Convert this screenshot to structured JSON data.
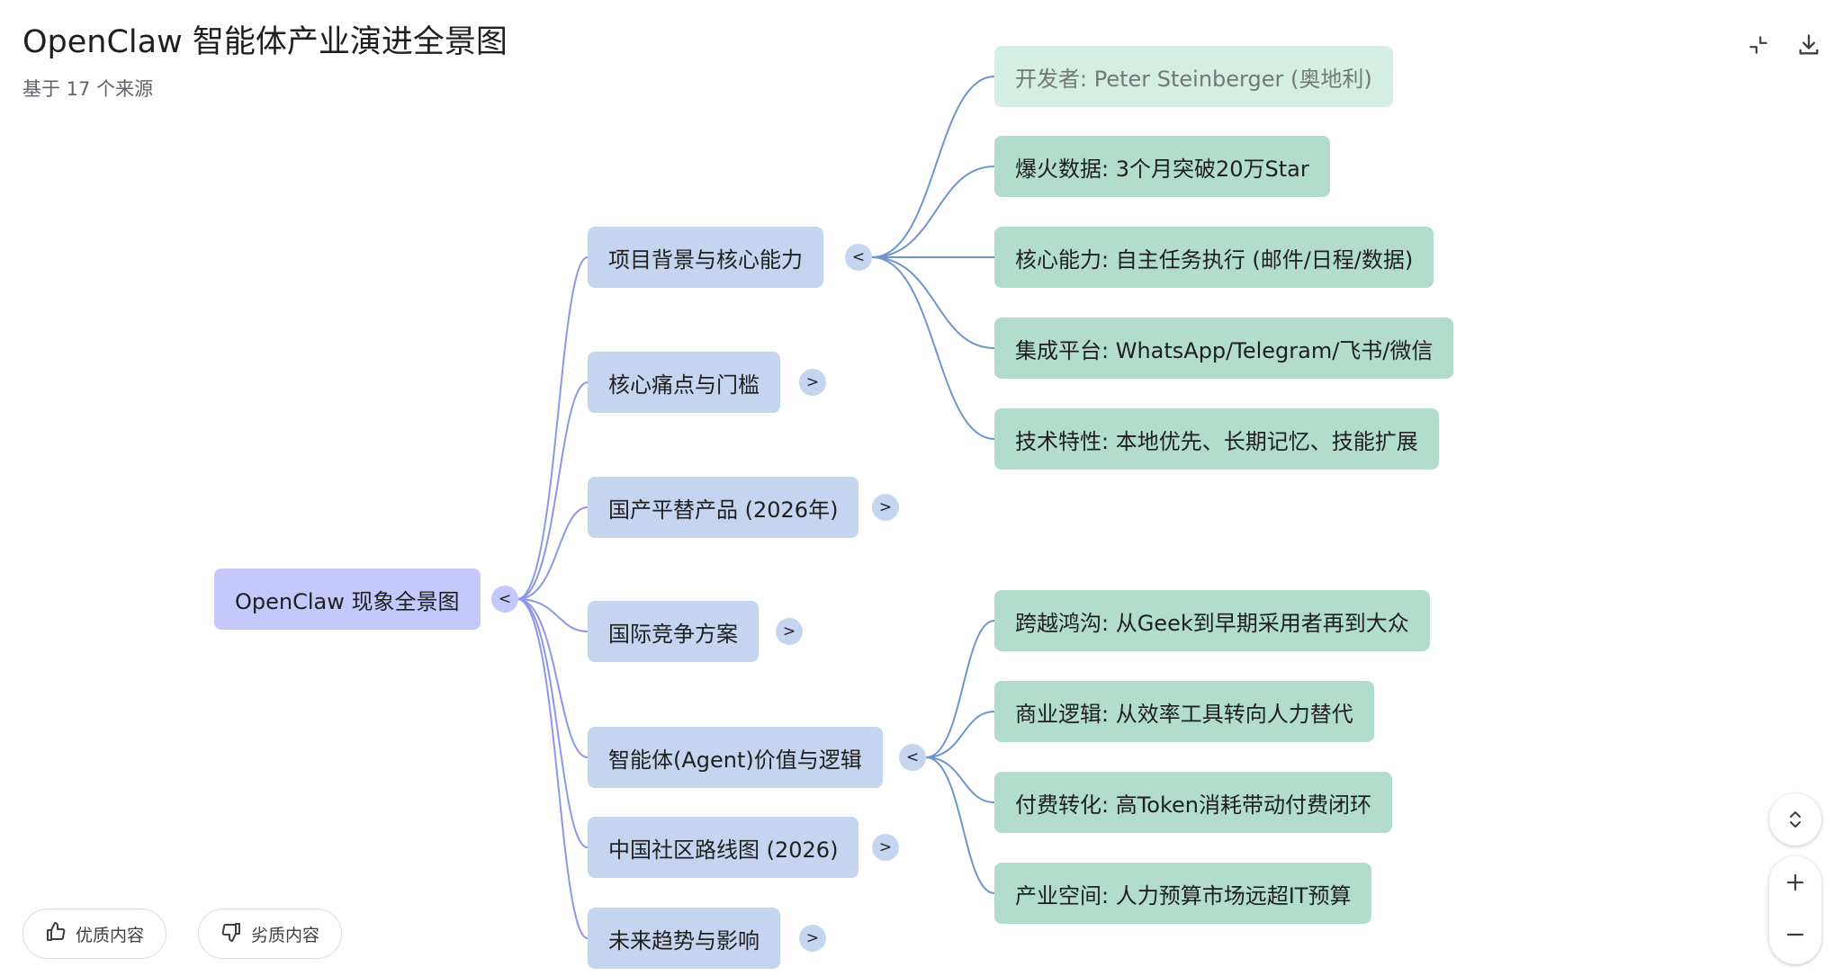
{
  "header": {
    "title": "OpenClaw 智能体产业演进全景图",
    "subtitle": "基于 17 个来源",
    "collapse_icon": "collapse-icon",
    "download_icon": "download-icon"
  },
  "mindmap": {
    "root": {
      "label": "OpenClaw 现象全景图",
      "toggle": "<"
    },
    "branches": [
      {
        "label": "项目背景与核心能力",
        "toggle": "<",
        "expanded": true
      },
      {
        "label": "核心痛点与门槛",
        "toggle": ">",
        "expanded": false
      },
      {
        "label": "国产平替产品 (2026年)",
        "toggle": ">",
        "expanded": false
      },
      {
        "label": "国际竞争方案",
        "toggle": ">",
        "expanded": false
      },
      {
        "label": "智能体(Agent)价值与逻辑",
        "toggle": "<",
        "expanded": true
      },
      {
        "label": "中国社区路线图 (2026)",
        "toggle": ">",
        "expanded": false
      },
      {
        "label": "未来趋势与影响",
        "toggle": ">",
        "expanded": false
      }
    ],
    "leaves_background": [
      "开发者: Peter Steinberger (奥地利)",
      "爆火数据: 3个月突破20万Star",
      "核心能力: 自主任务执行 (邮件/日程/数据)",
      "集成平台: WhatsApp/Telegram/飞书/微信",
      "技术特性: 本地优先、长期记忆、技能扩展"
    ],
    "leaves_agent": [
      "跨越鸿沟: 从Geek到早期采用者再到大众",
      "商业逻辑: 从效率工具转向人力替代",
      "付费转化: 高Token消耗带动付费闭环",
      "产业空间: 人力预算市场远超IT预算"
    ]
  },
  "feedback": {
    "good_label": "优质内容",
    "bad_label": "劣质内容",
    "good_icon": "thumbs-up-icon",
    "bad_icon": "thumbs-down-icon"
  },
  "controls": {
    "expand_icon": "expand-collapse-icon",
    "zoom_in_icon": "zoom-in-icon",
    "zoom_out_icon": "zoom-out-icon"
  },
  "colors": {
    "root": "#c4c8fa",
    "branch": "#c5d4ef",
    "leaf": "#b2ddcd",
    "root_link": "#8e97e6",
    "leaf_link": "#6f95cf"
  }
}
